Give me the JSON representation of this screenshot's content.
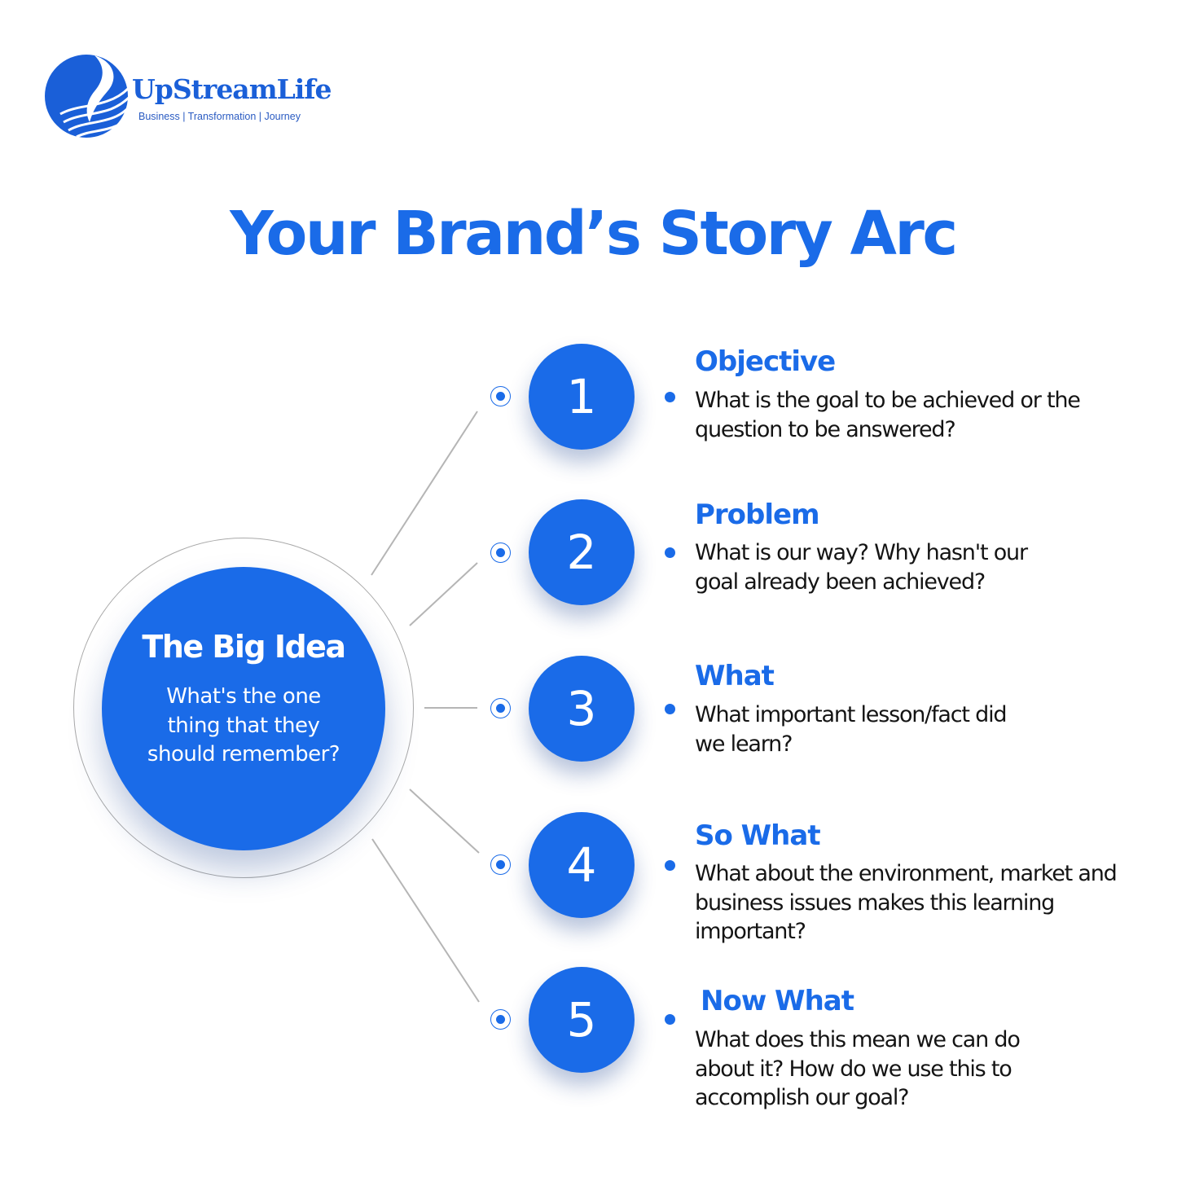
{
  "brand": {
    "name": "UpStreamLife",
    "tagline": "Business | Transformation | Journey",
    "logo_icon": "wave-head-icon",
    "color": "#1a5fd8"
  },
  "title": "Your Brand’s Story Arc",
  "accent_color": "#1a6be8",
  "big_idea": {
    "title": "The Big Idea",
    "text": "What's the one thing that they should remember?"
  },
  "steps": [
    {
      "number": "1",
      "heading": "Objective",
      "text": "What is the goal to be achieved or the question to be answered?"
    },
    {
      "number": "2",
      "heading": "Problem",
      "text": "What is our way? Why hasn't our goal already been achieved?"
    },
    {
      "number": "3",
      "heading": "What",
      "text": "What important lesson/fact did we learn?"
    },
    {
      "number": "4",
      "heading": "So What",
      "text": "What about the environment, market and business issues makes this learning important?"
    },
    {
      "number": "5",
      "heading": "Now What",
      "text": "What does this mean we can do about it? How do we use this to accomplish our goal?"
    }
  ]
}
